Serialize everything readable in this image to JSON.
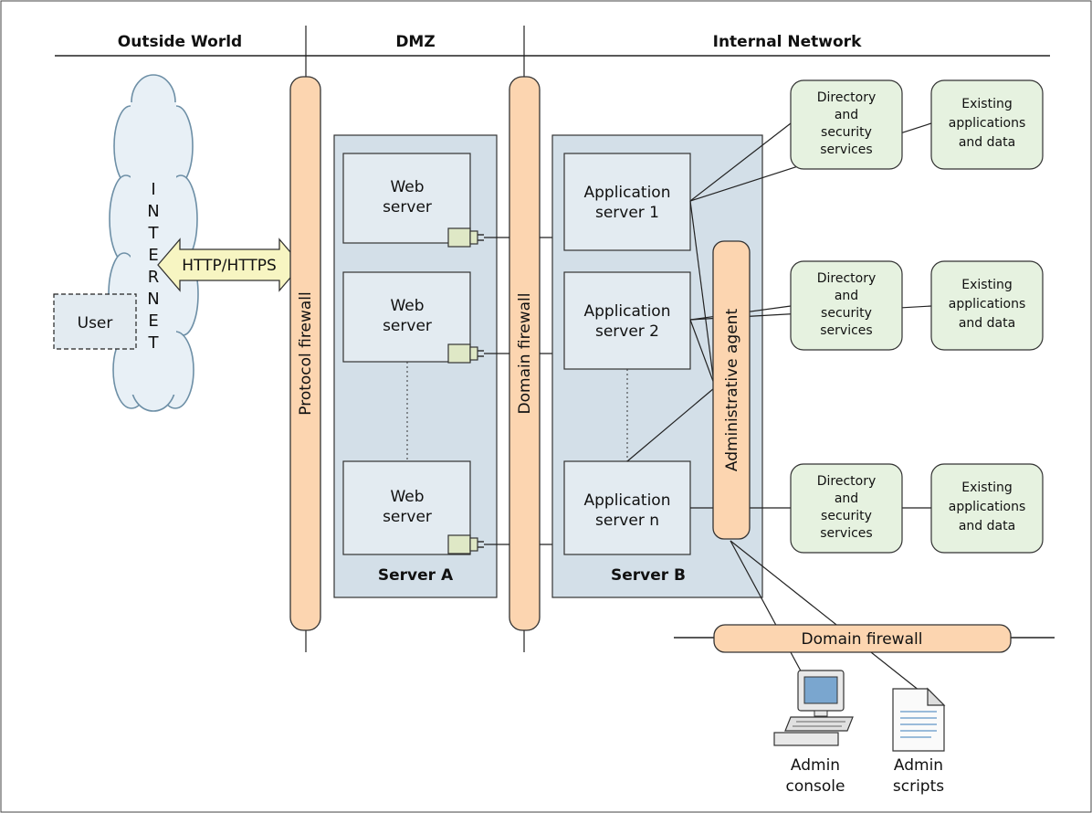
{
  "zones": {
    "outside": "Outside World",
    "dmz": "DMZ",
    "internal": "Internal Network"
  },
  "firewalls": {
    "protocol": "Protocol firewall",
    "domain_vertical": "Domain firewall",
    "domain_bottom": "Domain firewall"
  },
  "internet": {
    "letters": [
      "I",
      "N",
      "T",
      "E",
      "R",
      "N",
      "E",
      "T"
    ],
    "user": "User",
    "protocol_arrow": "HTTP/HTTPS"
  },
  "server_a": {
    "label": "Server A",
    "web_servers": [
      {
        "line1": "Web",
        "line2": "server"
      },
      {
        "line1": "Web",
        "line2": "server"
      },
      {
        "line1": "Web",
        "line2": "server"
      }
    ]
  },
  "server_b": {
    "label": "Server B",
    "app_servers": [
      {
        "line1": "Application",
        "line2": "server 1"
      },
      {
        "line1": "Application",
        "line2": "server 2"
      },
      {
        "line1": "Application",
        "line2": "server n"
      }
    ],
    "admin_agent": "Administrative agent"
  },
  "directory_services": [
    {
      "line1": "Directory",
      "line2": "and",
      "line3": "security",
      "line4": "services"
    },
    {
      "line1": "Directory",
      "line2": "and",
      "line3": "security",
      "line4": "services"
    },
    {
      "line1": "Directory",
      "line2": "and",
      "line3": "security",
      "line4": "services"
    }
  ],
  "existing_apps": [
    {
      "line1": "Existing",
      "line2": "applications",
      "line3": "and data"
    },
    {
      "line1": "Existing",
      "line2": "applications",
      "line3": "and data"
    },
    {
      "line1": "Existing",
      "line2": "applications",
      "line3": "and data"
    }
  ],
  "admin": {
    "console_line1": "Admin",
    "console_line2": "console",
    "scripts_line1": "Admin",
    "scripts_line2": "scripts"
  },
  "colors": {
    "firewall_fill": "#fcd5b0",
    "server_group_fill": "#d3dfe8",
    "server_box_fill": "#e3ebf1",
    "service_fill": "#e6f2e0",
    "arrow_fill": "#f7f5c2",
    "cloud_fill": "#e8f0f6",
    "cloud_stroke": "#6d8fa6"
  }
}
